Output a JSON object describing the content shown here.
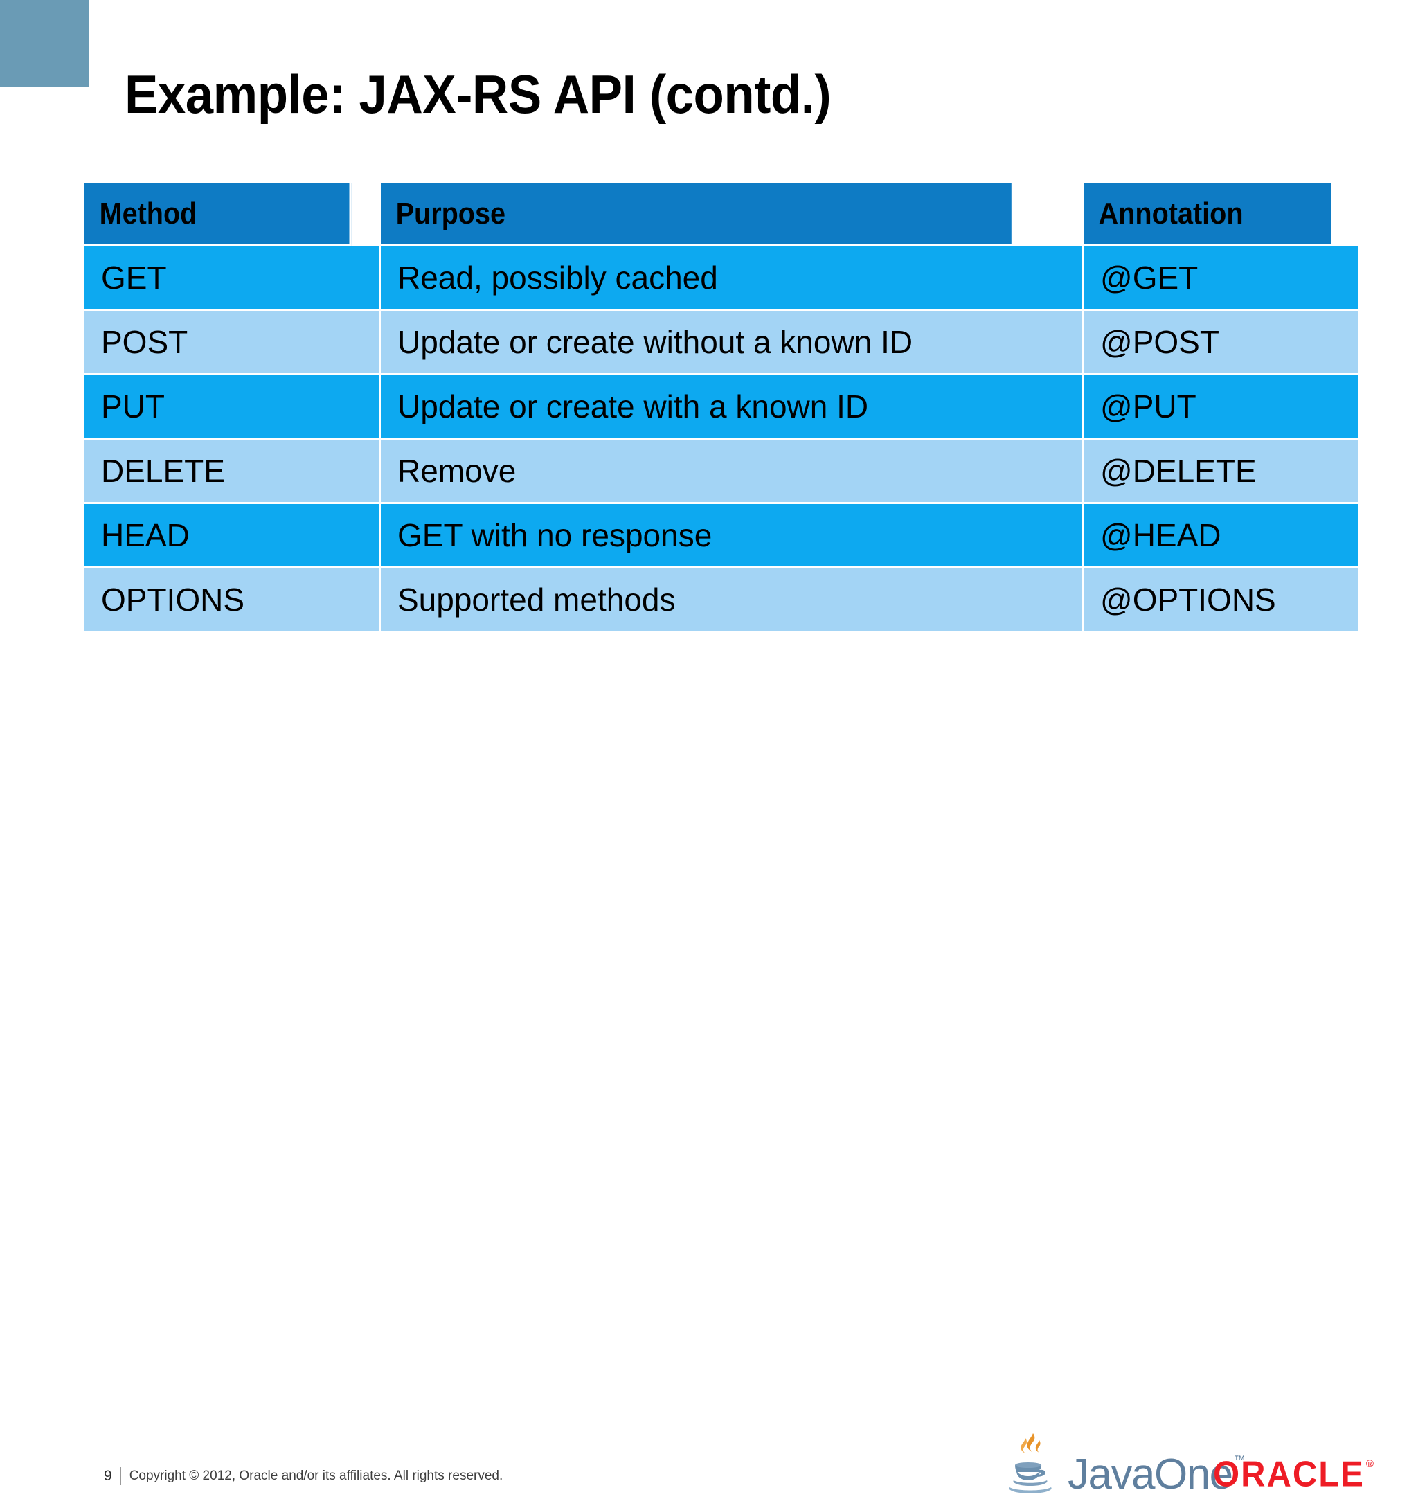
{
  "slide": {
    "title": "Example: JAX-RS API (contd.)",
    "accent_color": "#6a9bb5",
    "background_color": "#ffffff"
  },
  "table": {
    "colors": {
      "header_bg": "#0e7bc4",
      "row_odd_bg": "#0da9f0",
      "row_even_bg": "#a3d4f5",
      "gridline": "#ffffff",
      "text": "#000000"
    },
    "columns": [
      "Method",
      "Purpose",
      "Annotation"
    ],
    "rows": [
      {
        "method": "GET",
        "purpose": "Read, possibly cached",
        "annotation": "@GET"
      },
      {
        "method": "POST",
        "purpose": "Update or create without a known ID",
        "annotation": "@POST"
      },
      {
        "method": "PUT",
        "purpose": "Update or create with a known ID",
        "annotation": "@PUT"
      },
      {
        "method": "DELETE",
        "purpose": "Remove",
        "annotation": "@DELETE"
      },
      {
        "method": "HEAD",
        "purpose": "GET with no response",
        "annotation": "@HEAD"
      },
      {
        "method": "OPTIONS",
        "purpose": "Supported methods",
        "annotation": "@OPTIONS"
      }
    ]
  },
  "footer": {
    "page_number": "9",
    "copyright": "Copyright © 2012, Oracle and/or its affiliates. All rights reserved."
  },
  "logos": {
    "javaone": {
      "wordmark": "JavaOne",
      "trademark": "™",
      "text_color": "#5f7f9e",
      "flame_color": "#e8942a"
    },
    "oracle": {
      "wordmark": "ORACLE",
      "registered": "®",
      "color": "#ee1c25"
    }
  }
}
